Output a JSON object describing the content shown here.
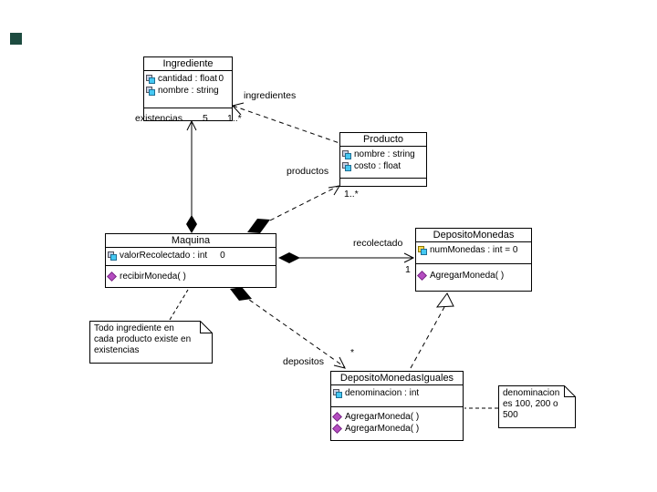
{
  "diagram_type": "uml-class-diagram",
  "decoration": {
    "corner_marker_color": "#1d4b40"
  },
  "classes": {
    "ingrediente": {
      "name": "Ingrediente",
      "attributes": [
        {
          "text": "cantidad : float",
          "value": "0"
        },
        {
          "text": "nombre : string",
          "value": ""
        }
      ],
      "operations": []
    },
    "producto": {
      "name": "Producto",
      "attributes": [
        {
          "text": "nombre : string",
          "value": ""
        },
        {
          "text": "costo : float",
          "value": ""
        }
      ],
      "operations": []
    },
    "maquina": {
      "name": "Maquina",
      "attributes": [
        {
          "text": "valorRecolectado : int",
          "value": "0"
        }
      ],
      "operations": [
        {
          "text": "recibirMoneda( )"
        }
      ]
    },
    "depositoMonedas": {
      "name": "DepositoMonedas",
      "attributes": [
        {
          "text": "numMonedas : int = 0",
          "value": ""
        }
      ],
      "operations": [
        {
          "text": "AgregarMoneda( )"
        }
      ]
    },
    "depositoMonedasIguales": {
      "name": "DepositoMonedasIguales",
      "attributes": [
        {
          "text": "denominacion : int",
          "value": ""
        }
      ],
      "operations": [
        {
          "text": "AgregarMoneda( )"
        },
        {
          "text": "AgregarMoneda( )"
        }
      ]
    }
  },
  "associations": {
    "ingredientes": {
      "label": "ingredientes",
      "multiplicity": "1..*"
    },
    "existencias": {
      "label": "existencias",
      "multiplicity": "5"
    },
    "productos": {
      "label": "productos",
      "multiplicity": "1..*"
    },
    "recolectado": {
      "label": "recolectado",
      "multiplicity": "1"
    },
    "depositos": {
      "label": "depositos",
      "multiplicity": "*"
    }
  },
  "notes": {
    "constraint": "Todo ingrediente en cada producto existe en existencias",
    "denominacion": "denominacion es 100, 200 o 500"
  }
}
